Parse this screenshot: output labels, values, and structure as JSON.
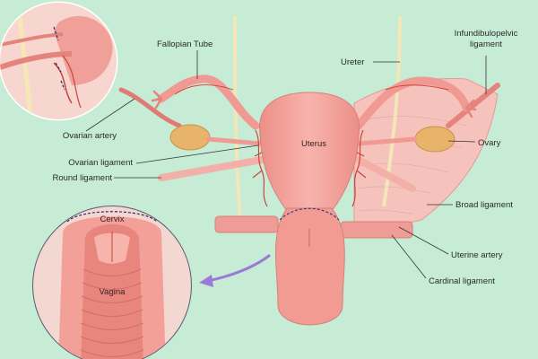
{
  "labels": {
    "fallopian_tube": "Fallopian Tube",
    "ureter": "Ureter",
    "infundibulopelvic": [
      "Infundibulopelvic",
      "ligament"
    ],
    "ovarian_artery": "Ovarian artery",
    "uterus": "Uterus",
    "ovary": "Ovary",
    "ovarian_ligament": "Ovarian ligament",
    "round_ligament": "Round ligament",
    "broad_ligament": "Broad ligament",
    "cervix": "Cervix",
    "uterine_artery": "Uterine artery",
    "vagina": "Vagina",
    "cardinal_ligament": "Cardinal ligament"
  },
  "colors": {
    "background": "#c6ecd6",
    "tissue": "#f2a6a0",
    "tissue_dark": "#e5847d",
    "artery": "#c9453c",
    "ovary": "#e7b46a",
    "ureter": "#f3e6b8",
    "arrow": "#9a7ad6"
  }
}
